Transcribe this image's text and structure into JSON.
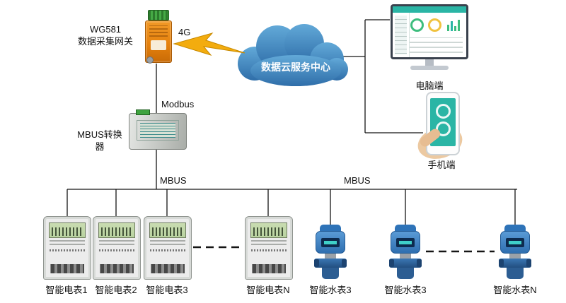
{
  "colors": {
    "cloud": "#4187bf",
    "bolt": "#f3ac0e",
    "gateway": "#e6820e",
    "teal": "#2ab5a5",
    "lcd": "#b9d3a0",
    "water": "#2e73b8",
    "line": "#151515"
  },
  "gateway": {
    "model": "WG581",
    "name": "数据采集网关"
  },
  "labels": {
    "g4": "4G",
    "modbus": "Modbus",
    "mbus_left": "MBUS",
    "mbus_right": "MBUS"
  },
  "cloud": {
    "label": "数据云服务中心"
  },
  "endpoints": {
    "pc": "电脑端",
    "phone": "手机端"
  },
  "converter": {
    "label": "MBUS转换器"
  },
  "meters": [
    {
      "type": "electric",
      "label": "智能电表1"
    },
    {
      "type": "electric",
      "label": "智能电表2"
    },
    {
      "type": "electric",
      "label": "智能电表3"
    },
    {
      "type": "electric",
      "label": "智能电表N"
    },
    {
      "type": "water",
      "label": "智能水表3"
    },
    {
      "type": "water",
      "label": "智能水表3"
    },
    {
      "type": "water",
      "label": "智能水表N"
    }
  ]
}
